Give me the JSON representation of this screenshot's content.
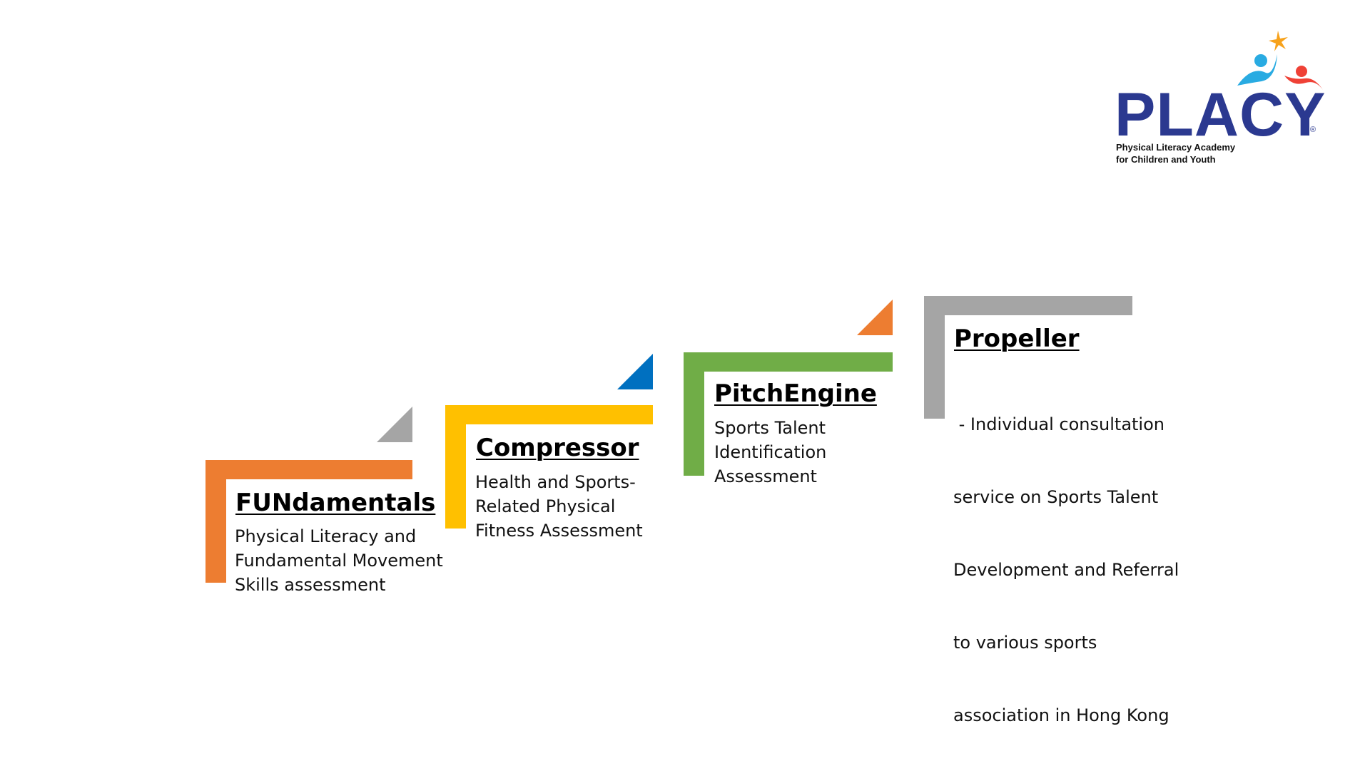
{
  "logo": {
    "wordmark": "PLACY",
    "registered": "®",
    "tagline": [
      "Physical Literacy Academy",
      "for Children and Youth"
    ],
    "colors": {
      "navy": "#2b3990",
      "sky": "#29abe2",
      "red": "#ef4136",
      "star": "#f7a21b"
    }
  },
  "steps": [
    {
      "title": "FUNdamentals",
      "description": [
        "Physical Literacy and",
        "Fundamental Movement",
        "Skills assessment"
      ],
      "bracket_color": "#ed7d31",
      "triangle_color": "#a5a5a5"
    },
    {
      "title": "Compressor",
      "description": [
        "Health and Sports-",
        "Related Physical",
        "Fitness Assessment"
      ],
      "bracket_color": "#ffc000",
      "triangle_color": "#0070c0"
    },
    {
      "title": "PitchEngine",
      "description": [
        "Sports Talent",
        "Identification",
        "Assessment"
      ],
      "bracket_color": "#70ad47",
      "triangle_color": "#ed7d31"
    },
    {
      "title": "Propeller",
      "description": [
        " - Individual consultation",
        "service on Sports Talent",
        "Development and Referral",
        "to various sports",
        "association in Hong Kong"
      ],
      "bracket_color": "#a5a5a5",
      "triangle_color": ""
    }
  ]
}
